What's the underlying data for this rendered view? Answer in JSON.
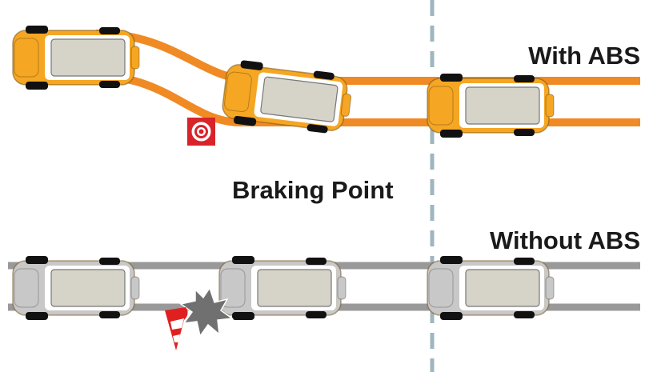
{
  "labels": {
    "with_abs": "With ABS",
    "braking_point": "Braking Point",
    "without_abs": "Without ABS"
  },
  "colors": {
    "abs_track": "#f08a24",
    "abs_car": "#f5a623",
    "no_abs_track": "#999999",
    "no_abs_car": "#c8c8c8",
    "divider": "#9fb5bf",
    "target": "#d9232a"
  },
  "icons": [
    "target-icon",
    "traffic-cone-icon",
    "collision-burst-icon"
  ]
}
